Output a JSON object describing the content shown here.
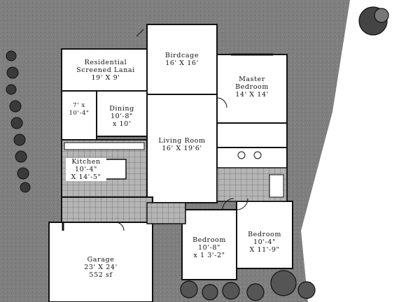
{
  "colors": {
    "lot": "#7d7d7d",
    "interior": "#ffffff",
    "tile": "#9a9a9a",
    "walls": "#111111"
  },
  "rooms": {
    "lanai": {
      "line1": "Residential",
      "line2": "Screened Lanai",
      "dim": "19' X 9'"
    },
    "birdcage": {
      "line1": "Birdcage",
      "dim": "16' X 16'"
    },
    "master": {
      "line1": "Master",
      "line2": "Bedroom",
      "dim": "14' X 14'"
    },
    "nook": {
      "dim1": "7' x",
      "dim2": "10'-4\""
    },
    "dining": {
      "line1": "Dining",
      "dim1": "10'-8\"",
      "dim2": "x 10'"
    },
    "living": {
      "line1": "Living Room",
      "dim": "16' X 19'6'"
    },
    "kitchen": {
      "line1": "Kitchen",
      "dim1": "10'-4\"",
      "dim2": "X 14'-5\""
    },
    "bedroom2": {
      "line1": "Bedroom",
      "dim1": "10'-8\"",
      "dim2": "x 1 3'-2\""
    },
    "bedroom3": {
      "line1": "Bedroom",
      "dim1": "10'-4\"",
      "dim2": "X 11'-9\""
    },
    "garage": {
      "line1": "Garage",
      "dim1": "23' X 24'",
      "dim2": "552 sf"
    }
  }
}
